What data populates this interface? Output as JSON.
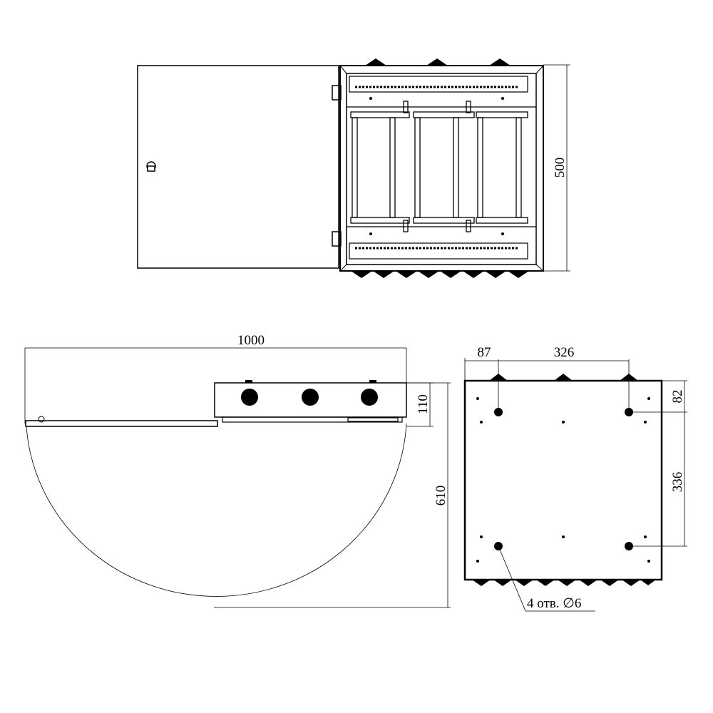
{
  "dimensions": {
    "top_height": "500",
    "side_width": "1000",
    "side_depth": "110",
    "door_swing": "610",
    "back_left_offset": "87",
    "back_hole_spacing_h": "326",
    "back_top_offset": "82",
    "back_hole_spacing_v": "336"
  },
  "callout": {
    "holes_label": "4 отв. ∅6"
  },
  "colors": {
    "line": "#000000",
    "background": "#ffffff"
  }
}
